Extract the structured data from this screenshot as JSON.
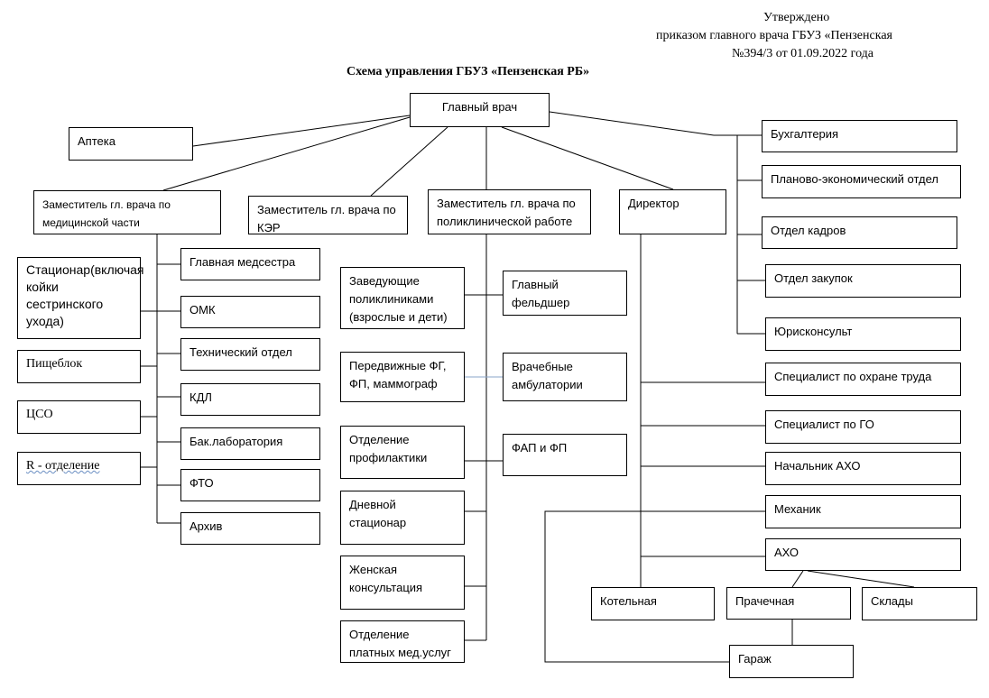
{
  "header": {
    "line1": "Утверждено",
    "line2": "приказом главного врача  ГБУЗ «Пензенская",
    "line3": "№394/3  от 01.09.2022 года"
  },
  "title": "Схема управления ГБУЗ «Пензенская РБ»",
  "boxes": {
    "chief": "Главный врач",
    "pharmacy": "Аптека",
    "dep_med": "Заместитель гл. врача по медицинской части",
    "dep_ker": "Заместитель гл. врача по КЭР",
    "dep_poly": "Заместитель гл. врача по поликлинической работе",
    "director": "Директор",
    "accounting": "Бухгалтерия",
    "planning": "Планово-экономический отдел",
    "hr": "Отдел кадров",
    "purchasing": "Отдел закупок",
    "lawyer": "Юрисконсульт",
    "labor_safety": "Специалист по охране труда",
    "go_specialist": "Специалист по ГО",
    "aho_head": "Начальник АХО",
    "mechanic": "Механик",
    "aho": "АХО",
    "boiler": "Котельная",
    "laundry": "Прачечная",
    "warehouses": "Склады",
    "garage": "Гараж",
    "hospital": "Стационар(включая  койки сестринского ухода)",
    "kitchen": "Пищеблок",
    "cso": "ЦСО",
    "r_dept": "R - отделение",
    "head_nurse": "Главная медсестра",
    "omk": "ОМК",
    "tech_dept": "Технический отдел",
    "kdl": "КДЛ",
    "bak_lab": "Бак.лаборатория",
    "fto": "ФТО",
    "archive": "Архив",
    "poly_heads": "Заведующие поликлиниками (взрослые и дети)",
    "mobile": "Передвижные ФГ, ФП, маммограф",
    "prevention": "Отделение профилактики",
    "day_hospital": "Дневной стационар",
    "womens": "Женская консультация",
    "paid": "Отделение платных мед.услуг",
    "chief_feldsher": "Главный фельдшер",
    "ambulatory": "Врачебные амбулатории",
    "fap": "ФАП и ФП"
  }
}
